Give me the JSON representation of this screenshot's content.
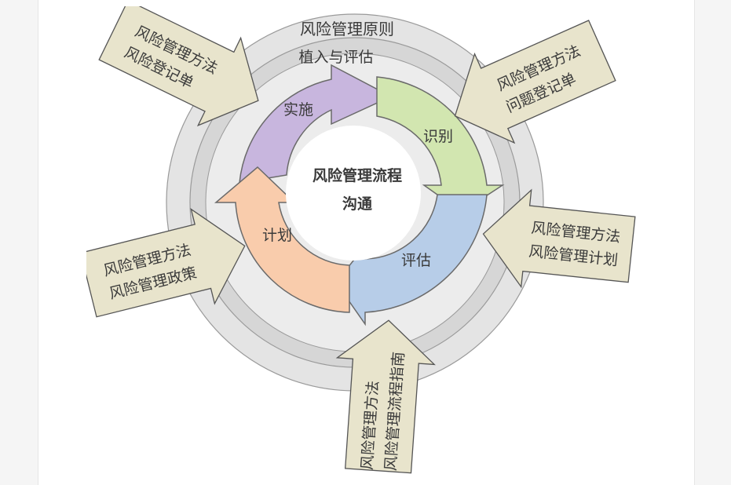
{
  "diagram": {
    "outer_ring_label": "风险管理原则",
    "inner_ring_label": "植入与评估",
    "center": {
      "line1": "风险管理流程",
      "line2": "沟通"
    },
    "stages": [
      {
        "id": "implement",
        "label": "实施",
        "color": "#c8b6de"
      },
      {
        "id": "identify",
        "label": "识别",
        "color": "#d2e6b0"
      },
      {
        "id": "assess",
        "label": "评估",
        "color": "#b7cde8"
      },
      {
        "id": "plan",
        "label": "计划",
        "color": "#f9ccac"
      }
    ],
    "inputs": [
      {
        "id": "top-left",
        "lines": [
          "风险管理方法",
          "风险登记单"
        ]
      },
      {
        "id": "top-right",
        "lines": [
          "风险管理方法",
          "问题登记单"
        ]
      },
      {
        "id": "right",
        "lines": [
          "风险管理方法",
          "风险管理计划"
        ]
      },
      {
        "id": "left",
        "lines": [
          "风险管理方法",
          "风险管理政策"
        ]
      },
      {
        "id": "bottom",
        "lines": [
          "风险管理方法",
          "风险管理流程指南"
        ]
      }
    ],
    "colors": {
      "outer_ring": "#e4e4e4",
      "inner_ring": "#d6d6d6",
      "input_arrow": "#e8e4cc",
      "stroke": "#555555"
    }
  }
}
